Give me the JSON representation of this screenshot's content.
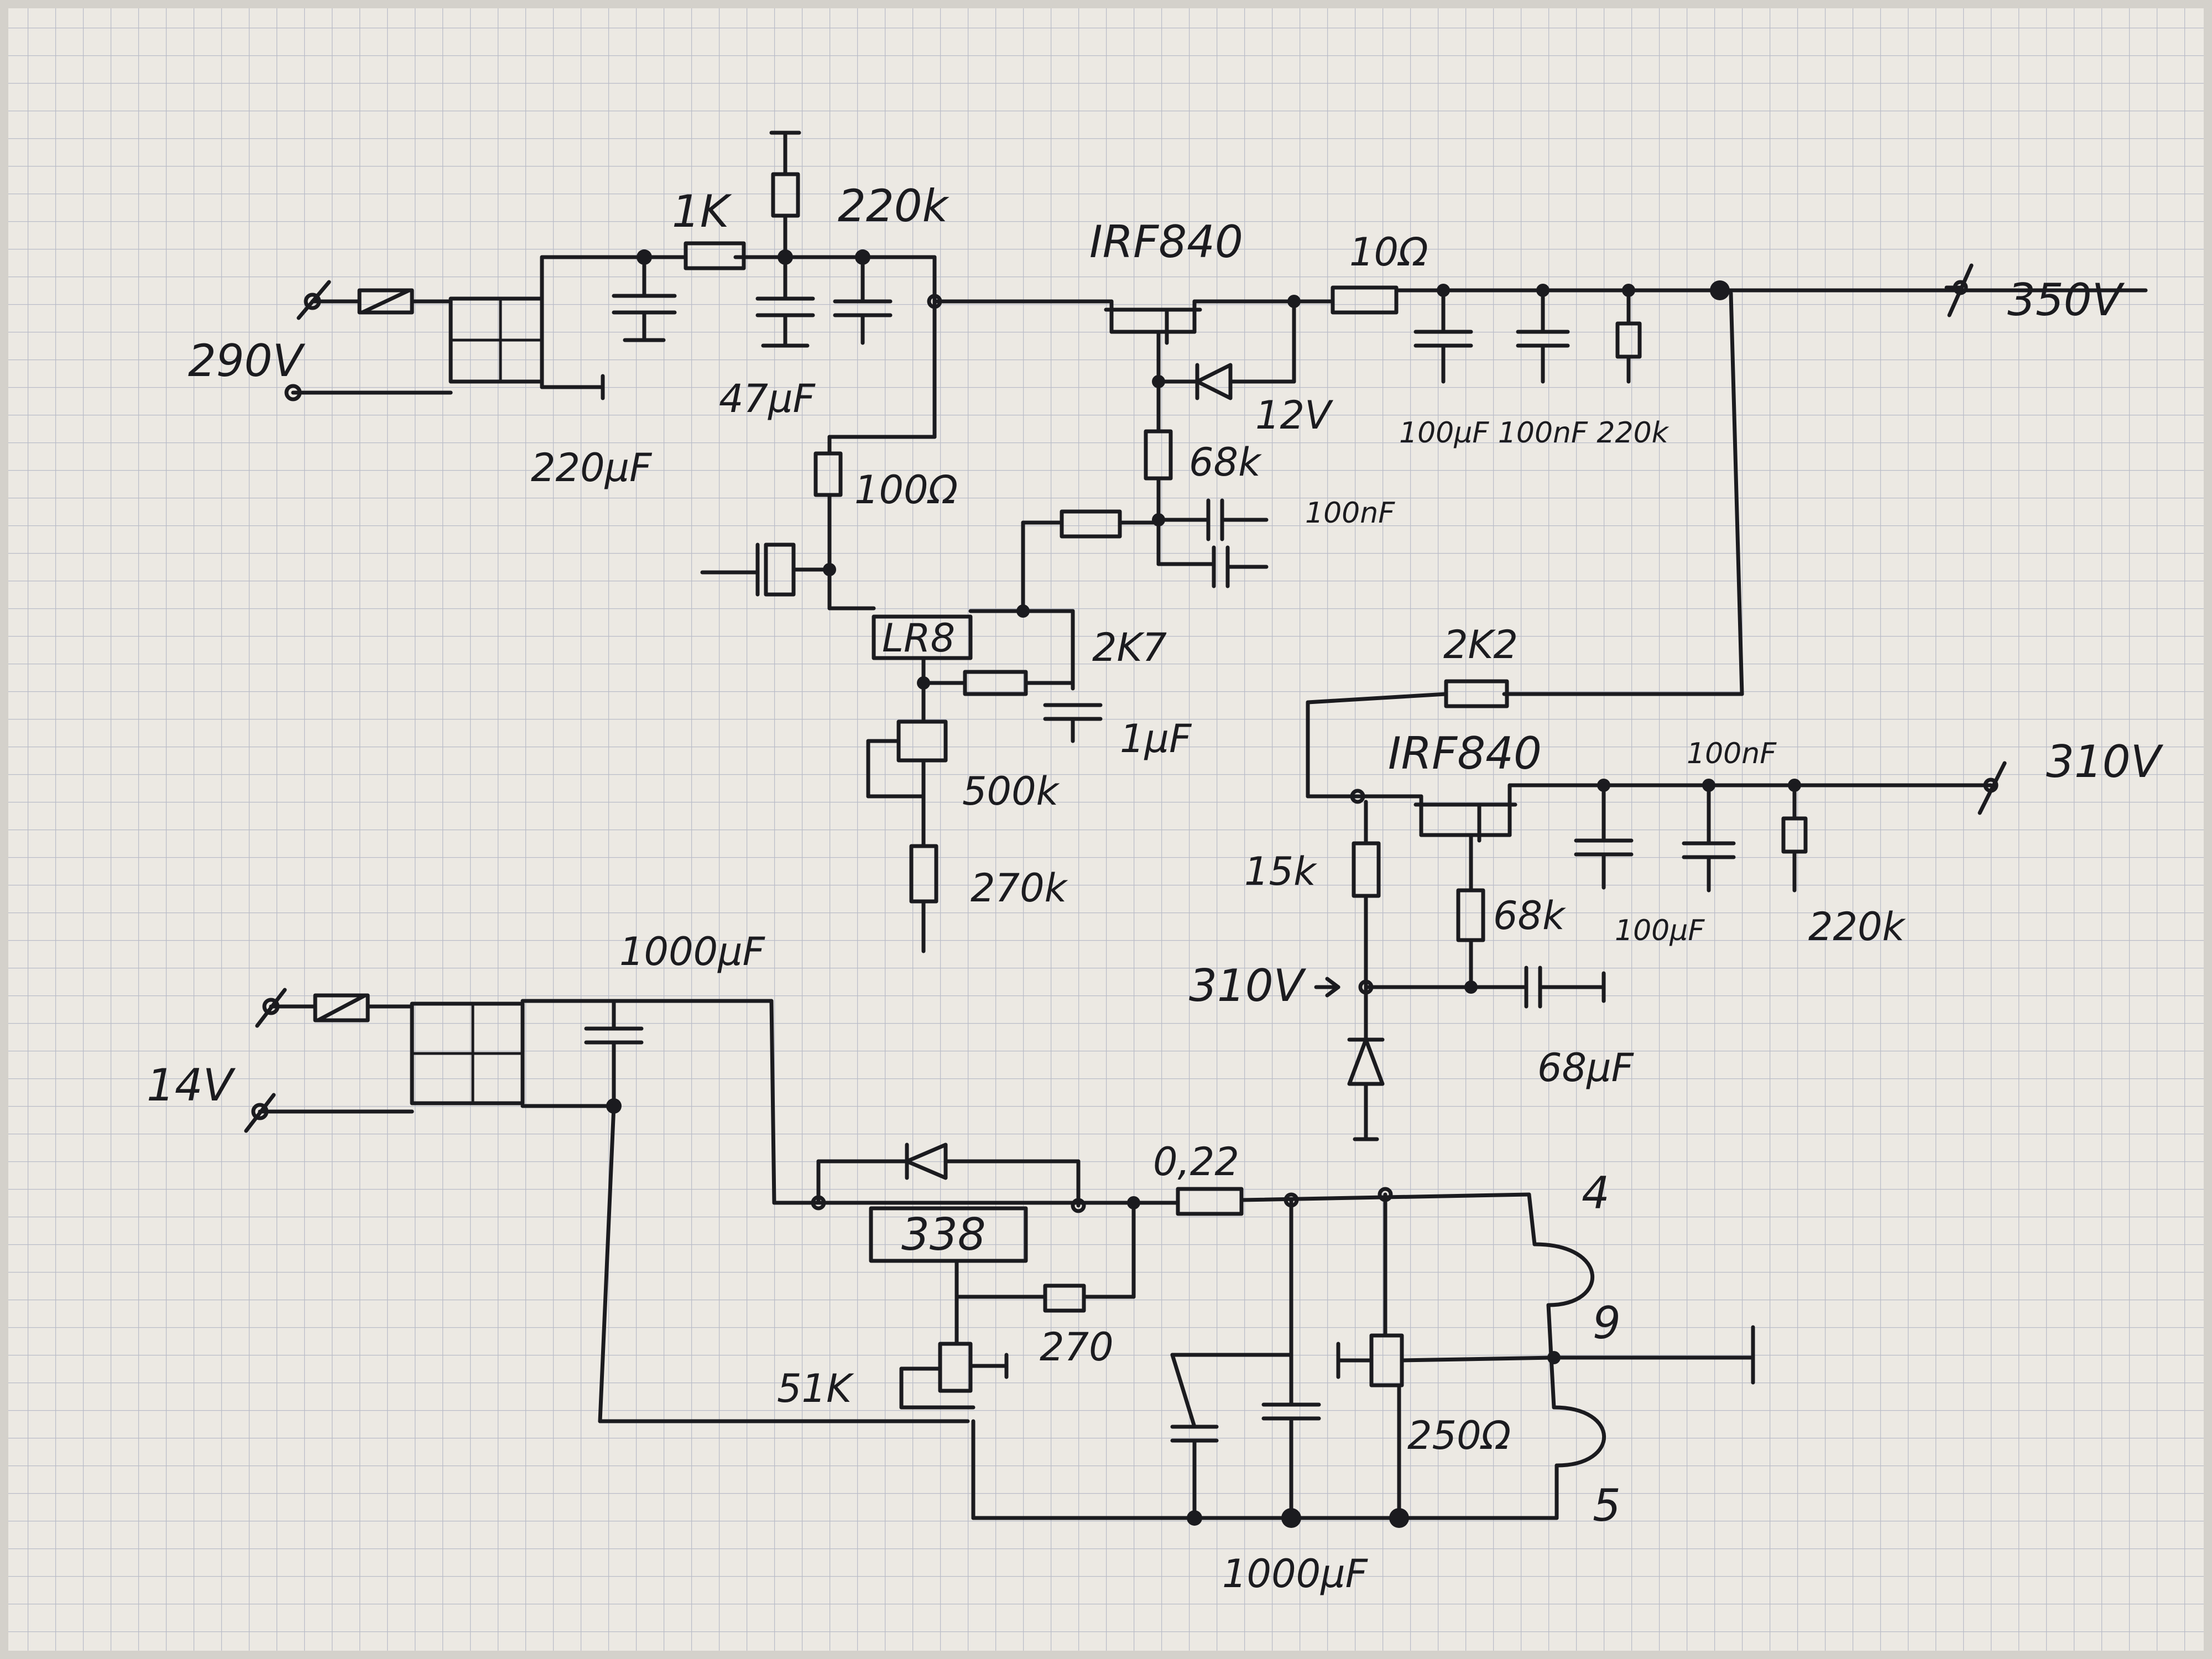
{
  "paper": {
    "bg_color": "#ece9e3",
    "grid_color": "#b9bcc8",
    "ink_color": "#1b1b1f"
  },
  "labels": {
    "r_1k": "1K",
    "r_220k_top": "220k",
    "ic_irf840_top": "IRF840",
    "r_10r": "10Ω",
    "v_350": "350V",
    "v_290": "290V",
    "c_47uf": "47µF",
    "z_12v": "12V",
    "c_220uf": "220µF",
    "r_68k_top": "68k",
    "caps_row": "100µF 100nF 220k",
    "r_100r": "100Ω",
    "c_100nf_mid": "100nF",
    "ic_lr8": "LR8",
    "r_2k7": "2K7",
    "c_1uf": "1µF",
    "r_500k": "500k",
    "r_270k": "270k",
    "r_2k2": "2K2",
    "ic_irf840_bot": "IRF840",
    "c_100nf_bot": "100nF",
    "v_310_right": "310V",
    "r_15k": "15k",
    "r_68k_bot": "68k",
    "c_100uf_bot": "100µF",
    "r_220k_bot": "220k",
    "v_310_arrow": "310V",
    "c_68uf": "68µF",
    "c_1000uf_top": "1000µF",
    "v_14": "14V",
    "r_022": "0,22",
    "ic_338": "338",
    "pin_4": "4",
    "pin_9": "9",
    "r_270": "270",
    "r_51k": "51K",
    "r_250r": "250Ω",
    "pin_5": "5",
    "c_1000uf_bot": "1000µF"
  }
}
